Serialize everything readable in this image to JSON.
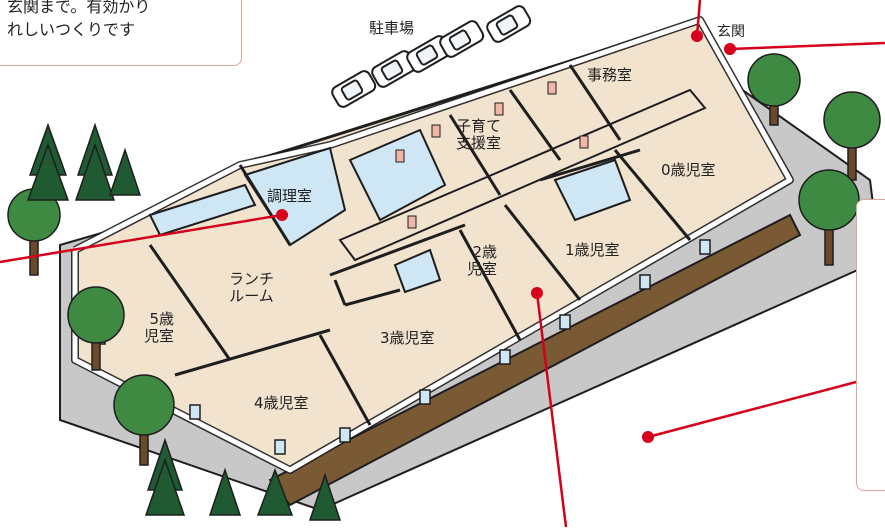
{
  "callout_top": {
    "line1": "玄関まで。有効かり",
    "line2": "れしいつくりです"
  },
  "labels": {
    "parking": "駐車場",
    "entrance": "玄関",
    "office": "事務室",
    "childcare_support": "子育て\n支援室",
    "age0": "0歳児室",
    "kitchen": "調理室",
    "age1": "1歳児室",
    "age2": "2歳\n児室",
    "lunch_room": "ランチ\nルーム",
    "age5": "5歳\n児室",
    "age3": "3歳児室",
    "age4": "4歳児室"
  },
  "colors": {
    "floor": "#f2e3cf",
    "glass": "#cfe6f4",
    "wall": "#ffffff",
    "outline": "#1e1e1e",
    "dirt": "#7a5a35",
    "pavement": "#c8c8c8",
    "accent_red": "#d6001c",
    "tree_dark": "#1f5a32",
    "tree_light": "#3f8a43",
    "trunk": "#6a4a2a",
    "door_pink": "#f0b7a8",
    "callout_border": "#d8a79a"
  }
}
